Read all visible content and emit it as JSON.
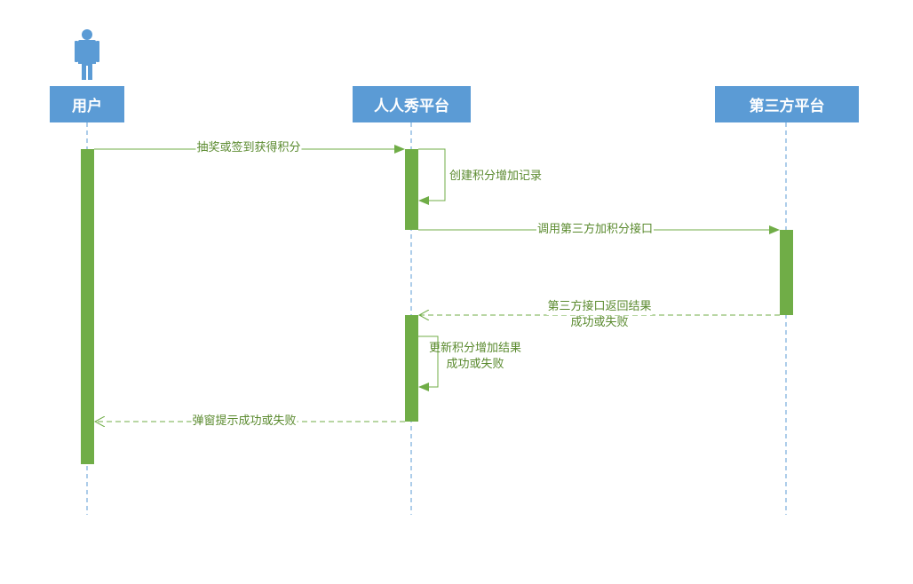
{
  "participants": {
    "user": {
      "label": "用户"
    },
    "renren": {
      "label": "人人秀平台"
    },
    "third": {
      "label": "第三方平台"
    }
  },
  "messages": {
    "m1": {
      "label": "抽奖或签到获得积分"
    },
    "m2": {
      "label": "创建积分增加记录"
    },
    "m3": {
      "label": "调用第三方加积分接口"
    },
    "m4": {
      "line1": "第三方接口返回结果",
      "line2": "成功或失败"
    },
    "m5": {
      "line1": "更新积分增加结果",
      "line2": "成功或失败"
    },
    "m6": {
      "label": "弹窗提示成功或失败"
    }
  },
  "colors": {
    "header_bg": "#5b9bd5",
    "lifeline": "#5b9bd5",
    "activation": "#70ad47",
    "arrow": "#70ad47",
    "label_text": "#5a8a2e",
    "actor": "#5b9bd5"
  }
}
